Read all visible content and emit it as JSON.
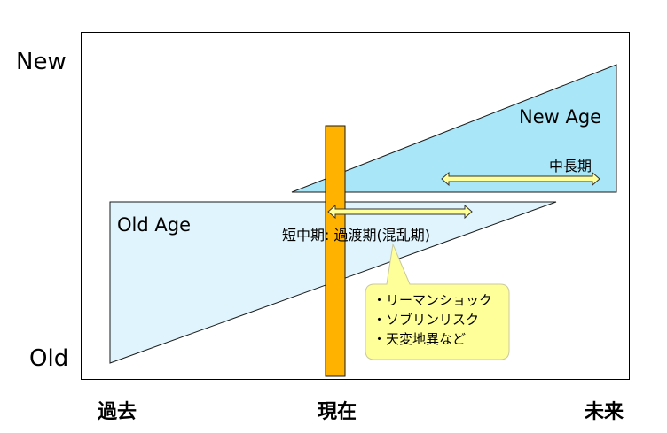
{
  "axes": {
    "y_top": "New",
    "y_bottom": "Old",
    "x_left": "過去",
    "x_center": "現在",
    "x_right": "未来"
  },
  "regions": {
    "new_age": "New Age",
    "old_age": "Old Age"
  },
  "periods": {
    "long": "中長期",
    "short": "短中期: 過渡期(混乱期)"
  },
  "callout": {
    "items": [
      "・リーマンショック",
      "・ソブリンリスク",
      "・天変地異など"
    ]
  },
  "colors": {
    "new_age_fill": "#a8e6f8",
    "old_age_fill": "#dff4fc",
    "present_bar": "#ffb300",
    "arrow_fill": "#ffff99",
    "callout_fill": "#ffff99"
  }
}
